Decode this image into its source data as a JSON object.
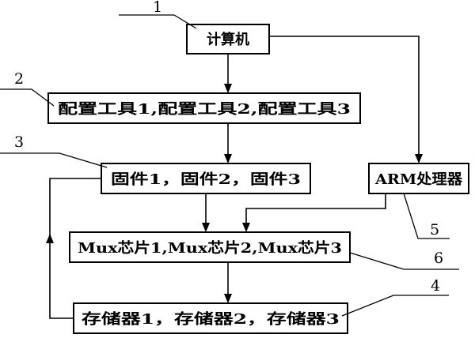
{
  "nodes": {
    "computer": "计算机",
    "config_tools": "配置工具1,配置工具2,配置工具3",
    "firmware": "固件1，固件2，固件3",
    "arm": "ARM处理器",
    "mux": "Mux芯片1,Mux芯片2,Mux芯片3",
    "storage": "存储器1，存储器2，存储器3"
  },
  "callouts": {
    "c1": "1",
    "c2": "2",
    "c3": "3",
    "c4": "4",
    "c5": "5",
    "c6": "6"
  },
  "edges": [
    {
      "from": "computer",
      "to": "config_tools"
    },
    {
      "from": "computer",
      "to": "arm"
    },
    {
      "from": "config_tools",
      "to": "firmware"
    },
    {
      "from": "firmware",
      "to": "mux"
    },
    {
      "from": "arm",
      "to": "mux"
    },
    {
      "from": "mux",
      "to": "storage"
    },
    {
      "from": "storage",
      "to": "firmware"
    }
  ]
}
